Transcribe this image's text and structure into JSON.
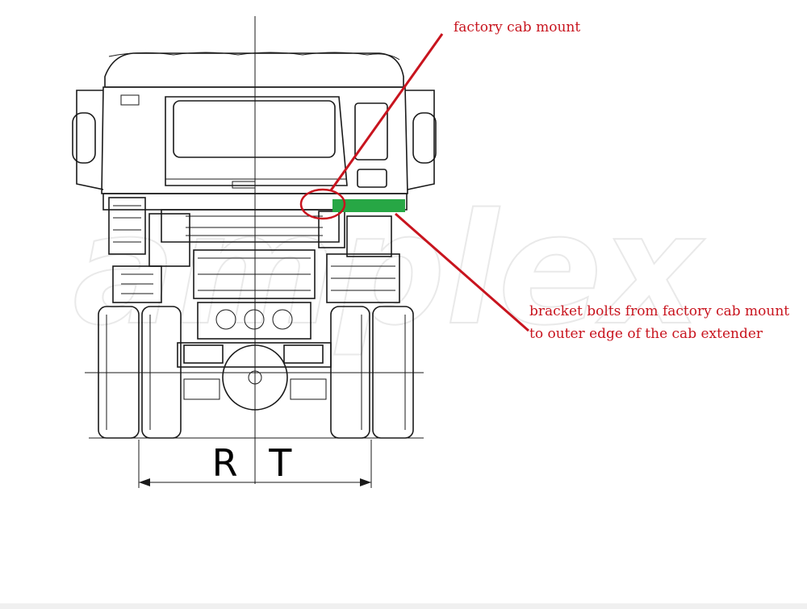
{
  "watermark": "amplex",
  "dimension_label": "R T",
  "annotations": {
    "cab_mount": "factory cab mount",
    "bracket_line1": "bracket bolts from factory cab mount",
    "bracket_line2": "to outer edge of the cab extender"
  },
  "colors": {
    "annotation_red": "#c8141e",
    "extender_green": "#27a745",
    "line_art": "#1a1a1a"
  }
}
